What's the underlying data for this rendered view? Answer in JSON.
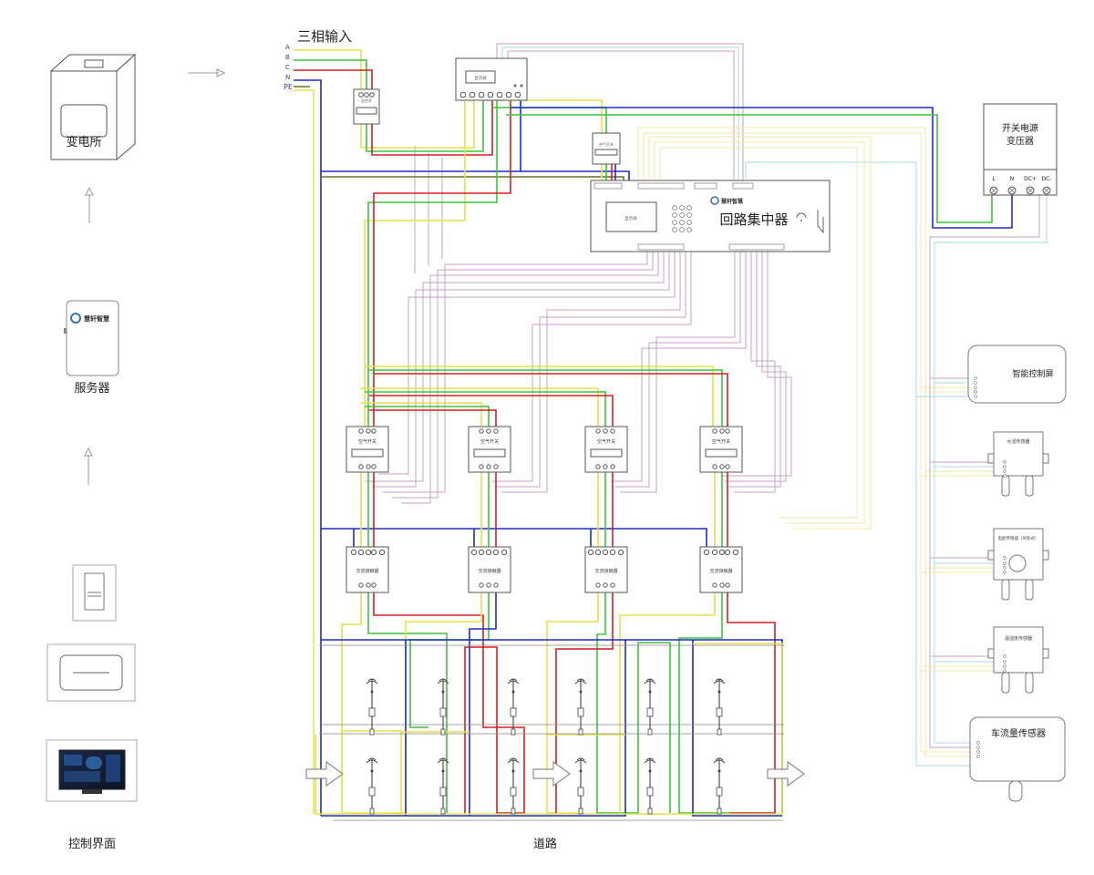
{
  "left_column": {
    "substation_label": "变电所",
    "server_label": "服务器",
    "control_label": "控制界面"
  },
  "phase_input": {
    "title": "三相输入",
    "lines": [
      "A",
      "B",
      "C",
      "N",
      "PE"
    ]
  },
  "concentrator": {
    "title": "回路集中器"
  },
  "power_supply": {
    "title": [
      "开关电源",
      "变压器"
    ],
    "terminals": [
      "L",
      "N",
      "DC+",
      "DC-"
    ]
  },
  "breaker_label": "空气开关",
  "contactor_label": "交流接触器",
  "sensors": [
    {
      "label": "智能控制屏"
    },
    {
      "label": "水浸传感器"
    },
    {
      "label": "电能传感器（导轨式）"
    },
    {
      "label": "温湿度传感器"
    },
    {
      "label": "车流量传感器"
    }
  ],
  "road_label": "道路",
  "colors": {
    "phase_a": "#e8e048",
    "phase_b": "#3bc43b",
    "phase_c": "#d42020",
    "neutral": "#1c2ec4",
    "pe": "#6e6e2a",
    "signal_pink": "#c8a0c8",
    "signal_light": "#a8d8e8",
    "signal_yellow": "#f0e8a0"
  }
}
